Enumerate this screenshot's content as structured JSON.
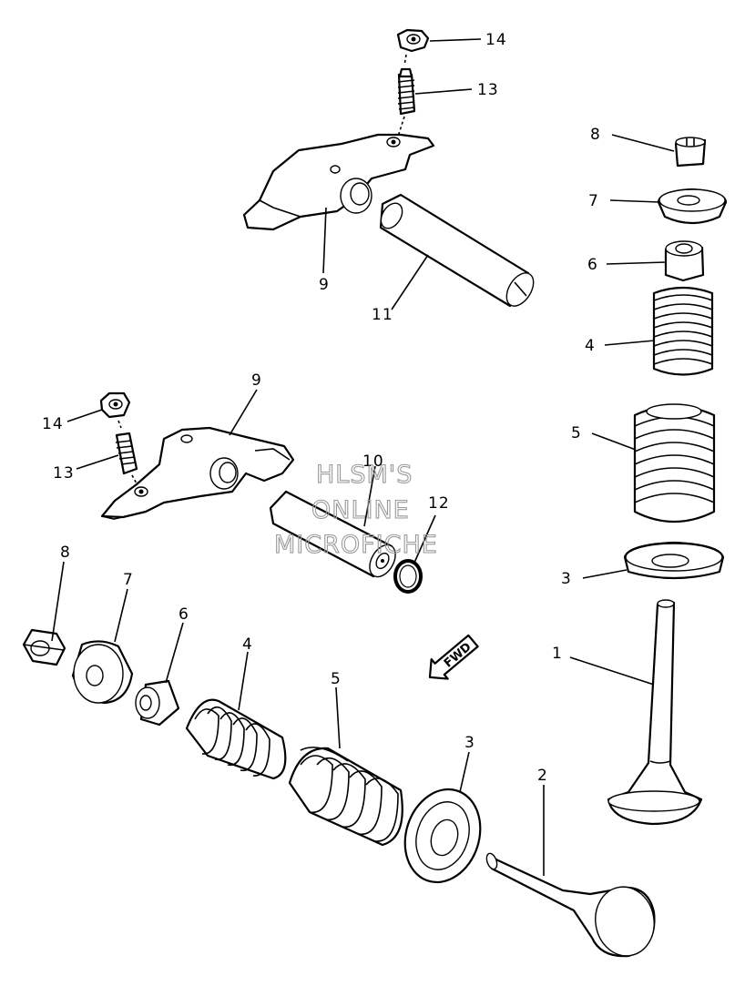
{
  "watermark": {
    "line1": "HLSM'S",
    "line2": "ONLINE",
    "line3": "MICROFICHE"
  },
  "direction_arrow": {
    "label": "FWD"
  },
  "callouts": [
    {
      "id": "c14-top",
      "num": "14"
    },
    {
      "id": "c13-top",
      "num": "13"
    },
    {
      "id": "c9-top",
      "num": "9"
    },
    {
      "id": "c11",
      "num": "11"
    },
    {
      "id": "c8-right",
      "num": "8"
    },
    {
      "id": "c7-right",
      "num": "7"
    },
    {
      "id": "c6-right",
      "num": "6"
    },
    {
      "id": "c4-right",
      "num": "4"
    },
    {
      "id": "c5-right",
      "num": "5"
    },
    {
      "id": "c3-right",
      "num": "3"
    },
    {
      "id": "c1",
      "num": "1"
    },
    {
      "id": "c9-mid",
      "num": "9"
    },
    {
      "id": "c14-left",
      "num": "14"
    },
    {
      "id": "c13-left",
      "num": "13"
    },
    {
      "id": "c10",
      "num": "10"
    },
    {
      "id": "c12",
      "num": "12"
    },
    {
      "id": "c8-left",
      "num": "8"
    },
    {
      "id": "c7-left",
      "num": "7"
    },
    {
      "id": "c6-left",
      "num": "6"
    },
    {
      "id": "c4-left",
      "num": "4"
    },
    {
      "id": "c5-left",
      "num": "5"
    },
    {
      "id": "c3-left",
      "num": "3"
    },
    {
      "id": "c2",
      "num": "2"
    }
  ]
}
